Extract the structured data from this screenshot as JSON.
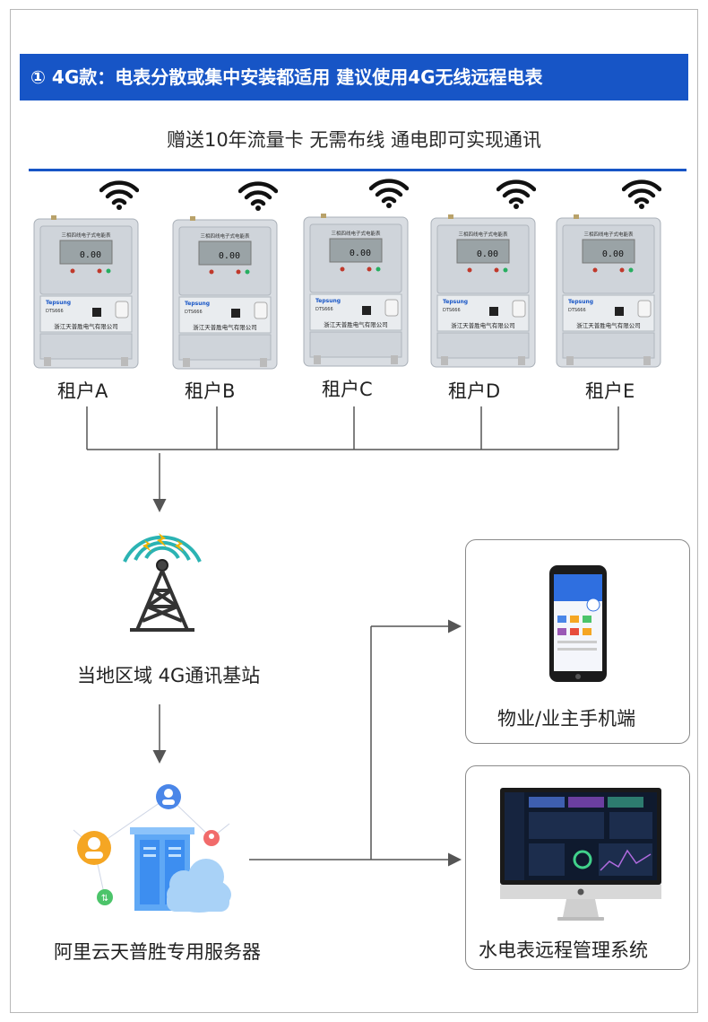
{
  "header": {
    "banner": "① 4G款：电表分散或集中安装都适用 建议使用4G无线远程电表"
  },
  "subtitle": "赠送10年流量卡 无需布线 通电即可实现通讯",
  "meter_text": {
    "title": "三相四线电子式电能表",
    "reading": "0.00",
    "brand": "Tepsung",
    "model": "DTS666",
    "company": "浙江天普胜电气有限公司"
  },
  "tenants": [
    {
      "label": "租户A"
    },
    {
      "label": "租户B"
    },
    {
      "label": "租户C"
    },
    {
      "label": "租户D"
    },
    {
      "label": "租户E"
    }
  ],
  "tower": {
    "label": "当地区域 4G通讯基站"
  },
  "server": {
    "label": "阿里云天普胜专用服务器"
  },
  "mobile": {
    "label": "物业/业主手机端"
  },
  "desktop": {
    "label": "水电表远程管理系统"
  },
  "colors": {
    "brand_blue": "#1755c6",
    "line_gray": "#555555",
    "wifi_black": "#111111"
  }
}
